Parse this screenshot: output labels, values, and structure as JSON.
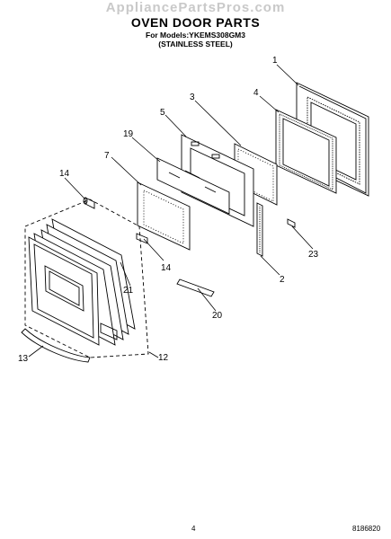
{
  "watermark": "AppliancePartsPros.com",
  "title": "OVEN DOOR PARTS",
  "models": "For Models:YKEMS308GM3",
  "finish": "(STAINLESS STEEL)",
  "callouts": {
    "c1": "1",
    "c4": "4",
    "c3": "3",
    "c5": "5",
    "c19": "19",
    "c7": "7",
    "c14a": "14",
    "c14b": "14",
    "c21": "21",
    "c23": "23",
    "c2": "2",
    "c20": "20",
    "c13": "13",
    "c12": "12"
  },
  "footer": {
    "page": "4",
    "doc": "8186820"
  }
}
